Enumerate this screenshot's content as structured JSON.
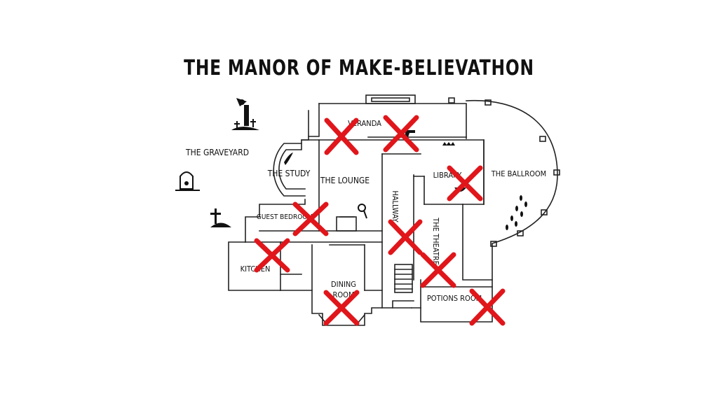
{
  "map": {
    "title": "THE MANOR OF MAKE-BELIEVATHON",
    "accent_color": "#e0161b",
    "rooms": {
      "veranda": "VERANDA",
      "study": "THE STUDY",
      "lounge": "THE LOUNGE",
      "library": "LIBRARY",
      "ballroom": "THE BALLROOM",
      "graveyard": "THE GRAVEYARD",
      "guest_bedroom": "GUEST BEDROOM",
      "hallway": "HALLWAY",
      "theatre": "THE THEATRE",
      "kitchen": "KITCHEN",
      "dining_room_line1": "DINING",
      "dining_room_line2": "ROOM",
      "potions_room": "POTIONS ROOM"
    },
    "crossed_out": [
      "veranda-left",
      "veranda-right",
      "library",
      "guest-bedroom",
      "kitchen",
      "hallway",
      "theatre",
      "dining-room",
      "potions-room"
    ],
    "icons": [
      "zombie-hand-icon",
      "tombstone-icon",
      "grave-cross-icon",
      "quill-icon",
      "magnifying-glass-icon",
      "crown-icon",
      "footprints-icon",
      "pistol-icon",
      "cauldron-icon"
    ]
  }
}
